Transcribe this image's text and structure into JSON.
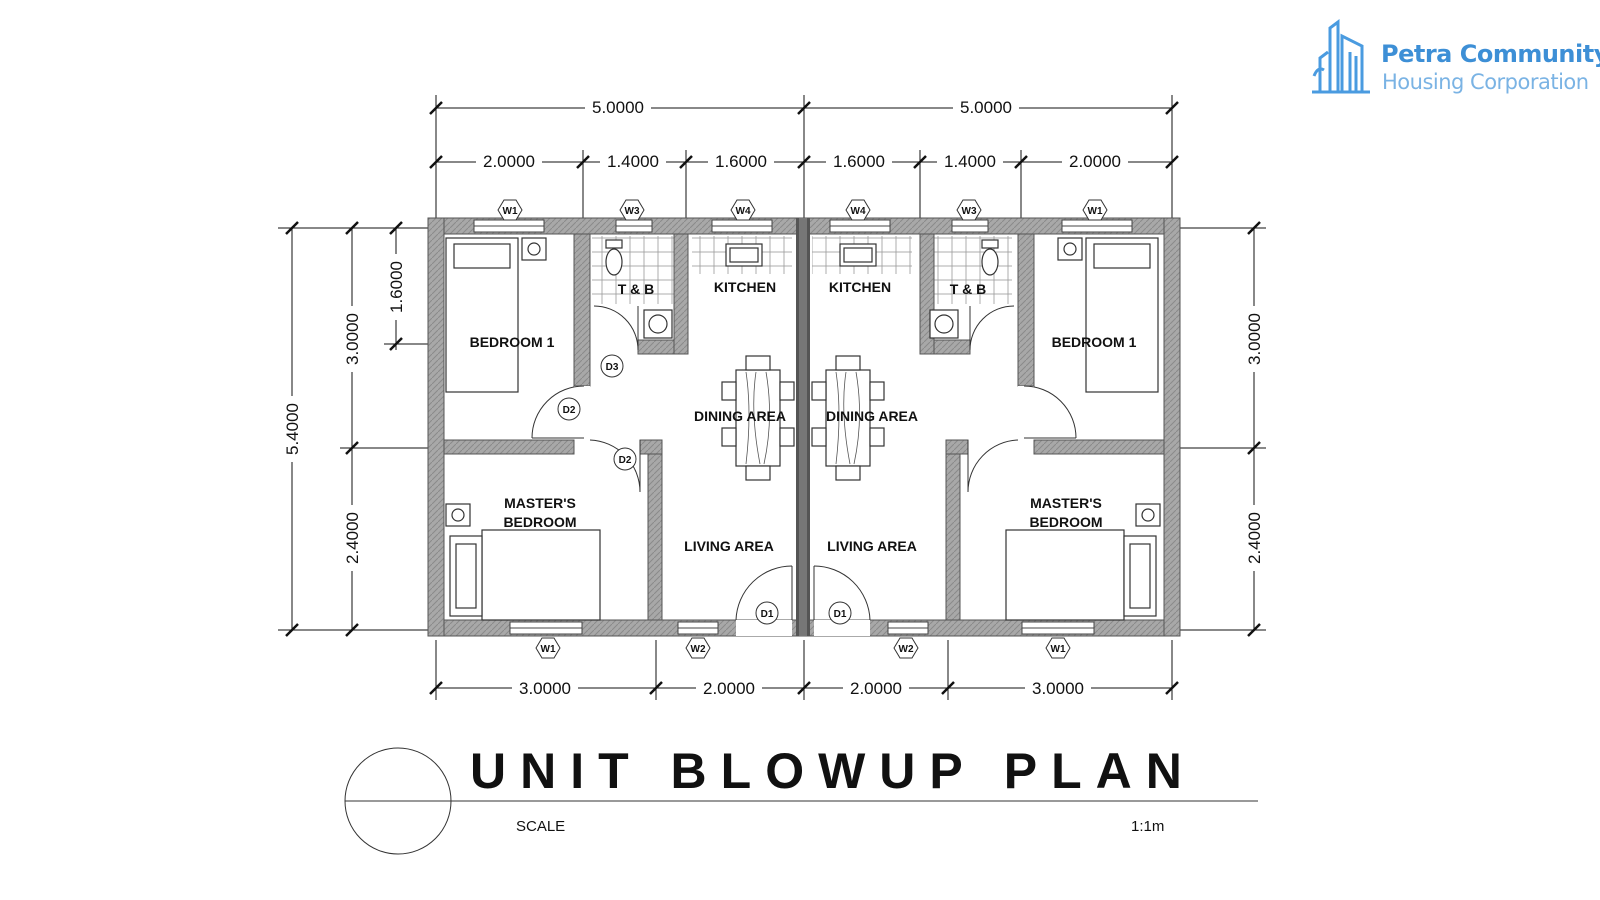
{
  "logo": {
    "line1": "Petra Community",
    "line2": "Housing Corporation"
  },
  "title": "UNIT BLOWUP PLAN",
  "scale": {
    "label": "SCALE",
    "value": "1:1m"
  },
  "dimensions": {
    "top_overall": [
      "5.0000",
      "5.0000"
    ],
    "top_split": [
      "2.0000",
      "1.4000",
      "1.6000",
      "1.6000",
      "1.4000",
      "2.0000"
    ],
    "bottom": [
      "3.0000",
      "2.0000",
      "2.0000",
      "3.0000"
    ],
    "left_overall": "5.4000",
    "left_split": [
      "3.0000",
      "2.4000"
    ],
    "left_inner": "1.6000",
    "right_split": [
      "3.0000",
      "2.4000"
    ]
  },
  "rooms": {
    "bedroom1": "BEDROOM 1",
    "tb": "T & B",
    "kitchen": "KITCHEN",
    "dining": "DINING AREA",
    "masters_line1": "MASTER'S",
    "masters_line2": "BEDROOM",
    "living": "LIVING AREA"
  },
  "tags": {
    "w1": "W1",
    "w2": "W2",
    "w3": "W3",
    "w4": "W4",
    "d1": "D1",
    "d2": "D2",
    "d3": "D3"
  },
  "colors": {
    "wall": "#9a9a9a",
    "party_wall": "#555555",
    "logo_blue": "#3d8fd6"
  }
}
